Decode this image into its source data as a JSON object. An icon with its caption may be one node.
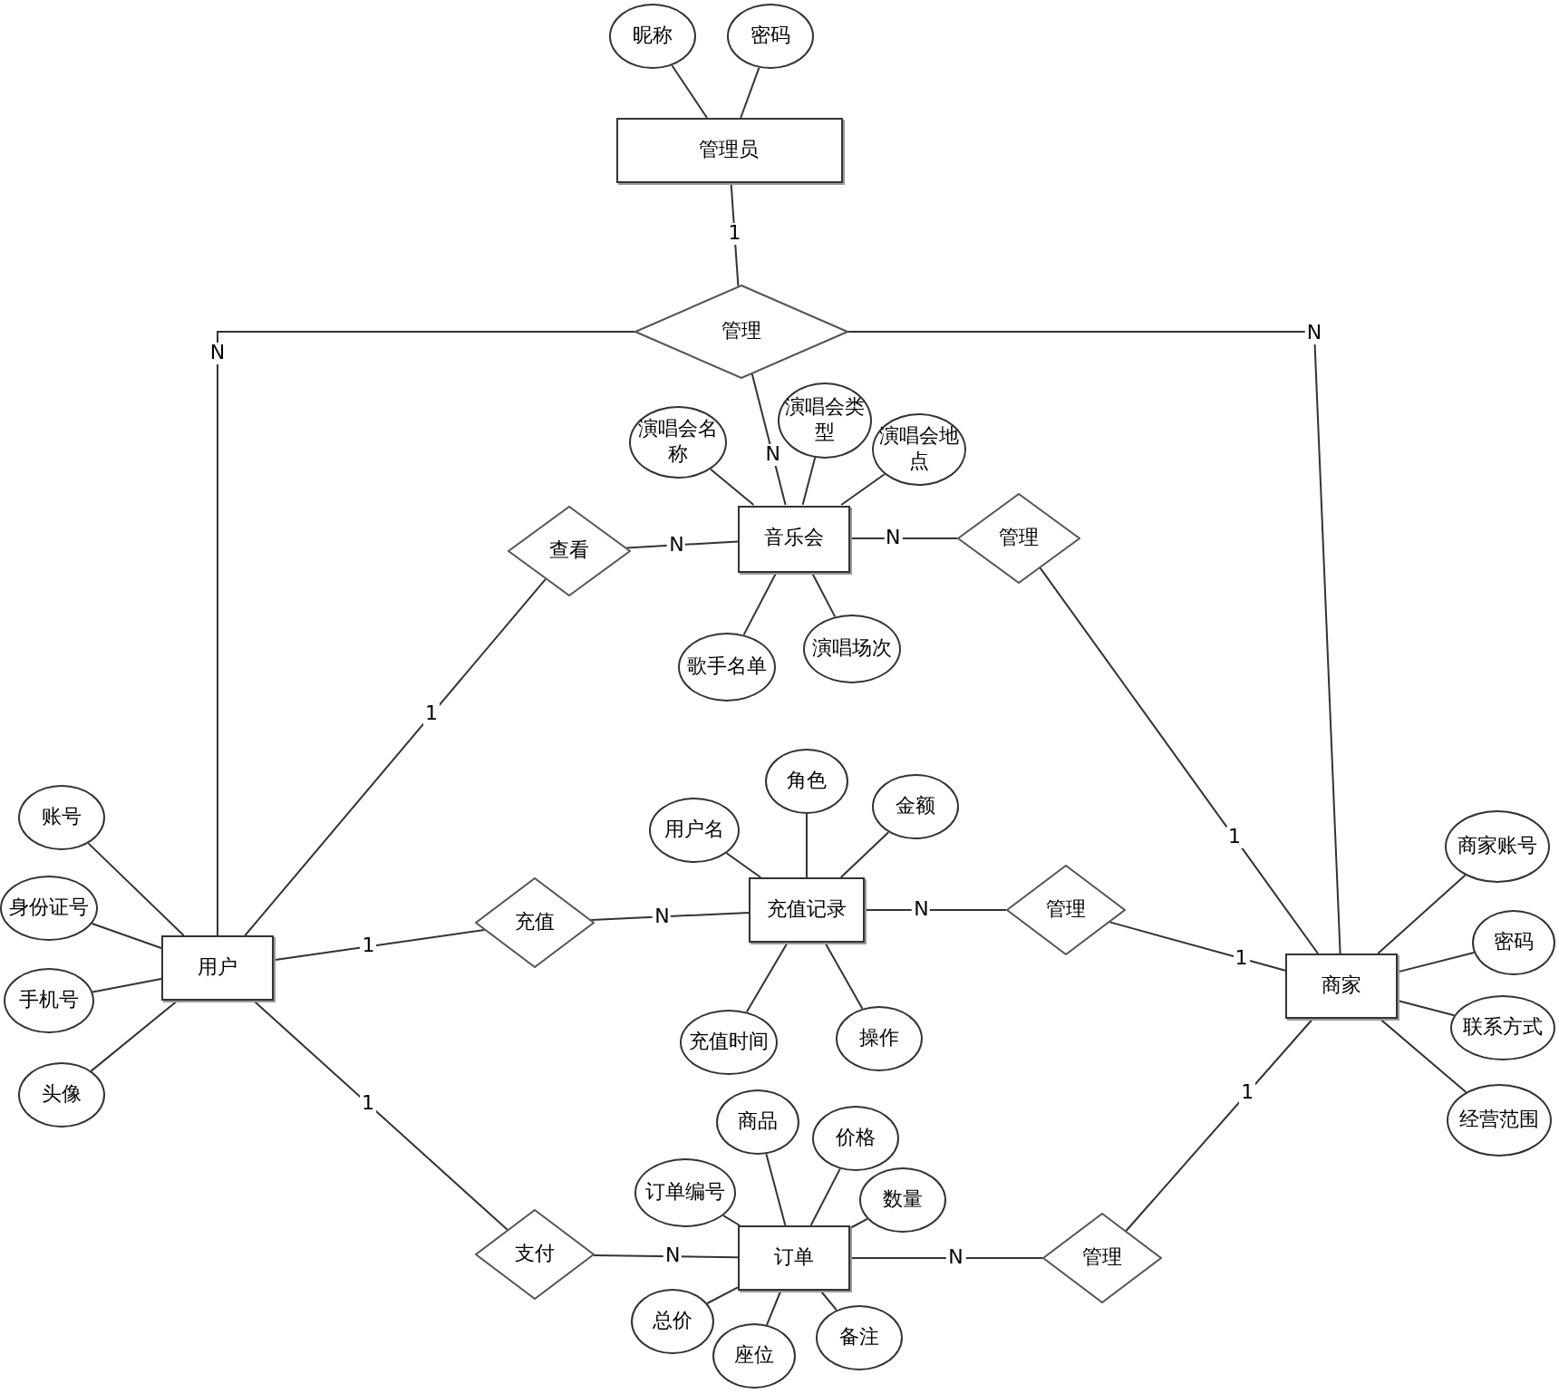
{
  "diagram": {
    "nodes": [
      {
        "text": [
          "昵称"
        ]
      },
      {
        "text": [
          "密码"
        ]
      },
      {
        "text": [
          "管理员"
        ]
      },
      {
        "text": [
          "管理"
        ]
      },
      {
        "text": [
          "演唱会名称"
        ]
      },
      {
        "text": [
          "演唱会类型"
        ]
      },
      {
        "text": [
          "演唱会地点"
        ]
      },
      {
        "text": [
          "查看"
        ]
      },
      {
        "text": [
          "音乐会"
        ]
      },
      {
        "text": [
          "管理"
        ]
      },
      {
        "text": [
          "歌手名单"
        ]
      },
      {
        "text": [
          "演唱场次"
        ]
      },
      {
        "text": [
          "账号"
        ]
      },
      {
        "text": [
          "身份证号"
        ]
      },
      {
        "text": [
          "手机号"
        ]
      },
      {
        "text": [
          "头像"
        ]
      },
      {
        "text": [
          "用户"
        ]
      },
      {
        "text": [
          "角色"
        ]
      },
      {
        "text": [
          "用户名"
        ]
      },
      {
        "text": [
          "金额"
        ]
      },
      {
        "text": [
          "充值"
        ]
      },
      {
        "text": [
          "充值记录"
        ]
      },
      {
        "text": [
          "管理"
        ]
      },
      {
        "text": [
          "充值时间"
        ]
      },
      {
        "text": [
          "操作"
        ]
      },
      {
        "text": [
          "商家"
        ]
      },
      {
        "text": [
          "商家账号"
        ]
      },
      {
        "text": [
          "密码"
        ]
      },
      {
        "text": [
          "联系方式"
        ]
      },
      {
        "text": [
          "经营范围"
        ]
      },
      {
        "text": [
          "商品"
        ]
      },
      {
        "text": [
          "价格"
        ]
      },
      {
        "text": [
          "订单编号"
        ]
      },
      {
        "text": [
          "数量"
        ]
      },
      {
        "text": [
          "支付"
        ]
      },
      {
        "text": [
          "订单"
        ]
      },
      {
        "text": [
          "管理"
        ]
      },
      {
        "text": [
          "总价"
        ]
      },
      {
        "text": [
          "座位"
        ]
      },
      {
        "text": [
          "备注"
        ]
      }
    ],
    "edges": [
      {
        "from": 0,
        "to": 2,
        "arrow": "none"
      },
      {
        "from": 1,
        "to": 2,
        "arrow": "none"
      },
      {
        "from": 2,
        "to": 3,
        "arrow": "none",
        "label": "1"
      },
      {
        "from": 3,
        "to": 16,
        "arrow": "none",
        "label": "N"
      },
      {
        "from": 3,
        "to": 25,
        "arrow": "none",
        "label": "N"
      },
      {
        "from": 3,
        "to": 8,
        "arrow": "none",
        "label": "N"
      },
      {
        "from": 4,
        "to": 8,
        "arrow": "none"
      },
      {
        "from": 5,
        "to": 8,
        "arrow": "none"
      },
      {
        "from": 6,
        "to": 8,
        "arrow": "none"
      },
      {
        "from": 16,
        "to": 7,
        "arrow": "none",
        "label": "1"
      },
      {
        "from": 7,
        "to": 8,
        "arrow": "none",
        "label": "N"
      },
      {
        "from": 8,
        "to": 9,
        "arrow": "none",
        "label": "N"
      },
      {
        "from": 9,
        "to": 25,
        "arrow": "none",
        "label": "1"
      },
      {
        "from": 10,
        "to": 8,
        "arrow": "none"
      },
      {
        "from": 11,
        "to": 8,
        "arrow": "none"
      },
      {
        "from": 12,
        "to": 16,
        "arrow": "none"
      },
      {
        "from": 13,
        "to": 16,
        "arrow": "none"
      },
      {
        "from": 14,
        "to": 16,
        "arrow": "none"
      },
      {
        "from": 15,
        "to": 16,
        "arrow": "none"
      },
      {
        "from": 17,
        "to": 21,
        "arrow": "none"
      },
      {
        "from": 18,
        "to": 21,
        "arrow": "none"
      },
      {
        "from": 19,
        "to": 21,
        "arrow": "none"
      },
      {
        "from": 16,
        "to": 20,
        "arrow": "none",
        "label": "1"
      },
      {
        "from": 20,
        "to": 21,
        "arrow": "none",
        "label": "N"
      },
      {
        "from": 21,
        "to": 22,
        "arrow": "none",
        "label": "N"
      },
      {
        "from": 22,
        "to": 25,
        "arrow": "none",
        "label": "1"
      },
      {
        "from": 23,
        "to": 21,
        "arrow": "none"
      },
      {
        "from": 24,
        "to": 21,
        "arrow": "none"
      },
      {
        "from": 25,
        "to": 26,
        "arrow": "none"
      },
      {
        "from": 25,
        "to": 27,
        "arrow": "none"
      },
      {
        "from": 25,
        "to": 28,
        "arrow": "none"
      },
      {
        "from": 25,
        "to": 29,
        "arrow": "none"
      },
      {
        "from": 30,
        "to": 35,
        "arrow": "none"
      },
      {
        "from": 31,
        "to": 35,
        "arrow": "none"
      },
      {
        "from": 32,
        "to": 35,
        "arrow": "none"
      },
      {
        "from": 33,
        "to": 35,
        "arrow": "none"
      },
      {
        "from": 16,
        "to": 34,
        "arrow": "none",
        "label": "1"
      },
      {
        "from": 34,
        "to": 35,
        "arrow": "none",
        "label": "N"
      },
      {
        "from": 35,
        "to": 36,
        "arrow": "none",
        "label": "N"
      },
      {
        "from": 36,
        "to": 25,
        "arrow": "none",
        "label": "1"
      },
      {
        "from": 37,
        "to": 35,
        "arrow": "none"
      },
      {
        "from": 38,
        "to": 35,
        "arrow": "none"
      },
      {
        "from": 39,
        "to": 35,
        "arrow": "none"
      }
    ]
  }
}
